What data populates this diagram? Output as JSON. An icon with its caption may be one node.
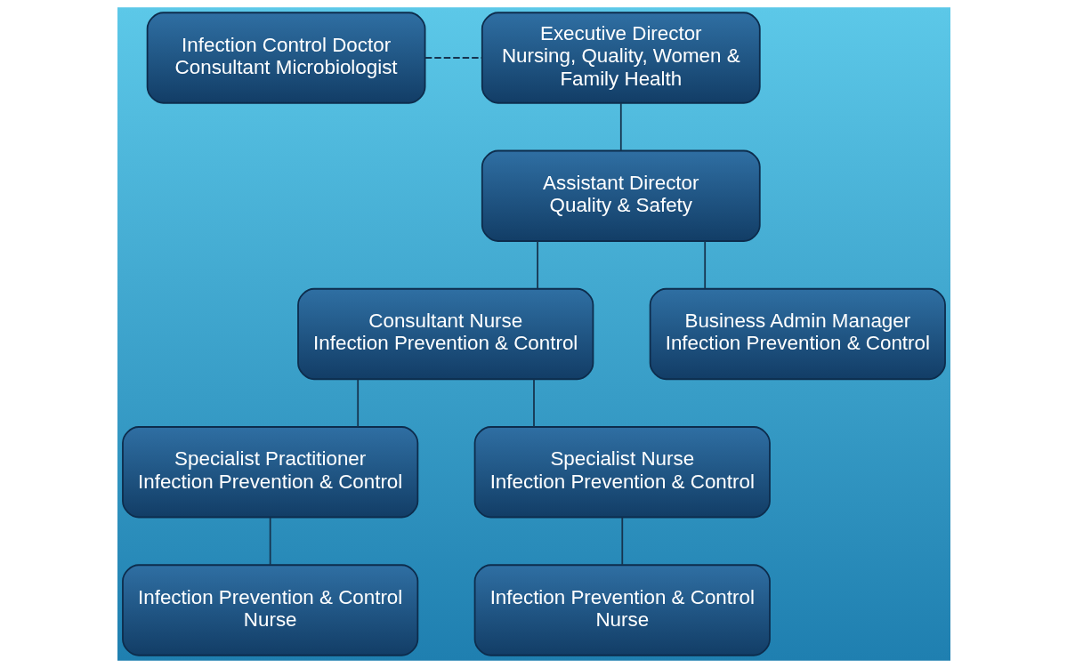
{
  "diagram": {
    "nodes": [
      {
        "text": [
          "Infection Control Doctor",
          "Consultant Microbiologist"
        ]
      },
      {
        "text": [
          "Executive Director",
          "Nursing, Quality, Women & Family Health"
        ]
      },
      {
        "text": [
          "Assistant Director",
          "Quality & Safety"
        ]
      },
      {
        "text": [
          "Consultant Nurse",
          "Infection Prevention & Control"
        ]
      },
      {
        "text": [
          "Business Admin Manager",
          "Infection Prevention & Control"
        ]
      },
      {
        "text": [
          "Specialist Practitioner",
          "Infection Prevention & Control"
        ]
      },
      {
        "text": [
          "Specialist Nurse",
          "Infection Prevention & Control"
        ]
      },
      {
        "text": [
          "Infection Prevention & Control Nurse"
        ]
      },
      {
        "text": [
          "Infection Prevention & Control Nurse"
        ]
      }
    ],
    "edges": [
      {
        "from": 0,
        "to": 1,
        "arrow": "none",
        "style": "dashed"
      },
      {
        "from": 1,
        "to": 2,
        "arrow": "none"
      },
      {
        "from": 2,
        "to": 3,
        "arrow": "none"
      },
      {
        "from": 2,
        "to": 4,
        "arrow": "none"
      },
      {
        "from": 3,
        "to": 5,
        "arrow": "none"
      },
      {
        "from": 3,
        "to": 6,
        "arrow": "none"
      },
      {
        "from": 5,
        "to": 7,
        "arrow": "none"
      },
      {
        "from": 6,
        "to": 8,
        "arrow": "none"
      }
    ]
  }
}
